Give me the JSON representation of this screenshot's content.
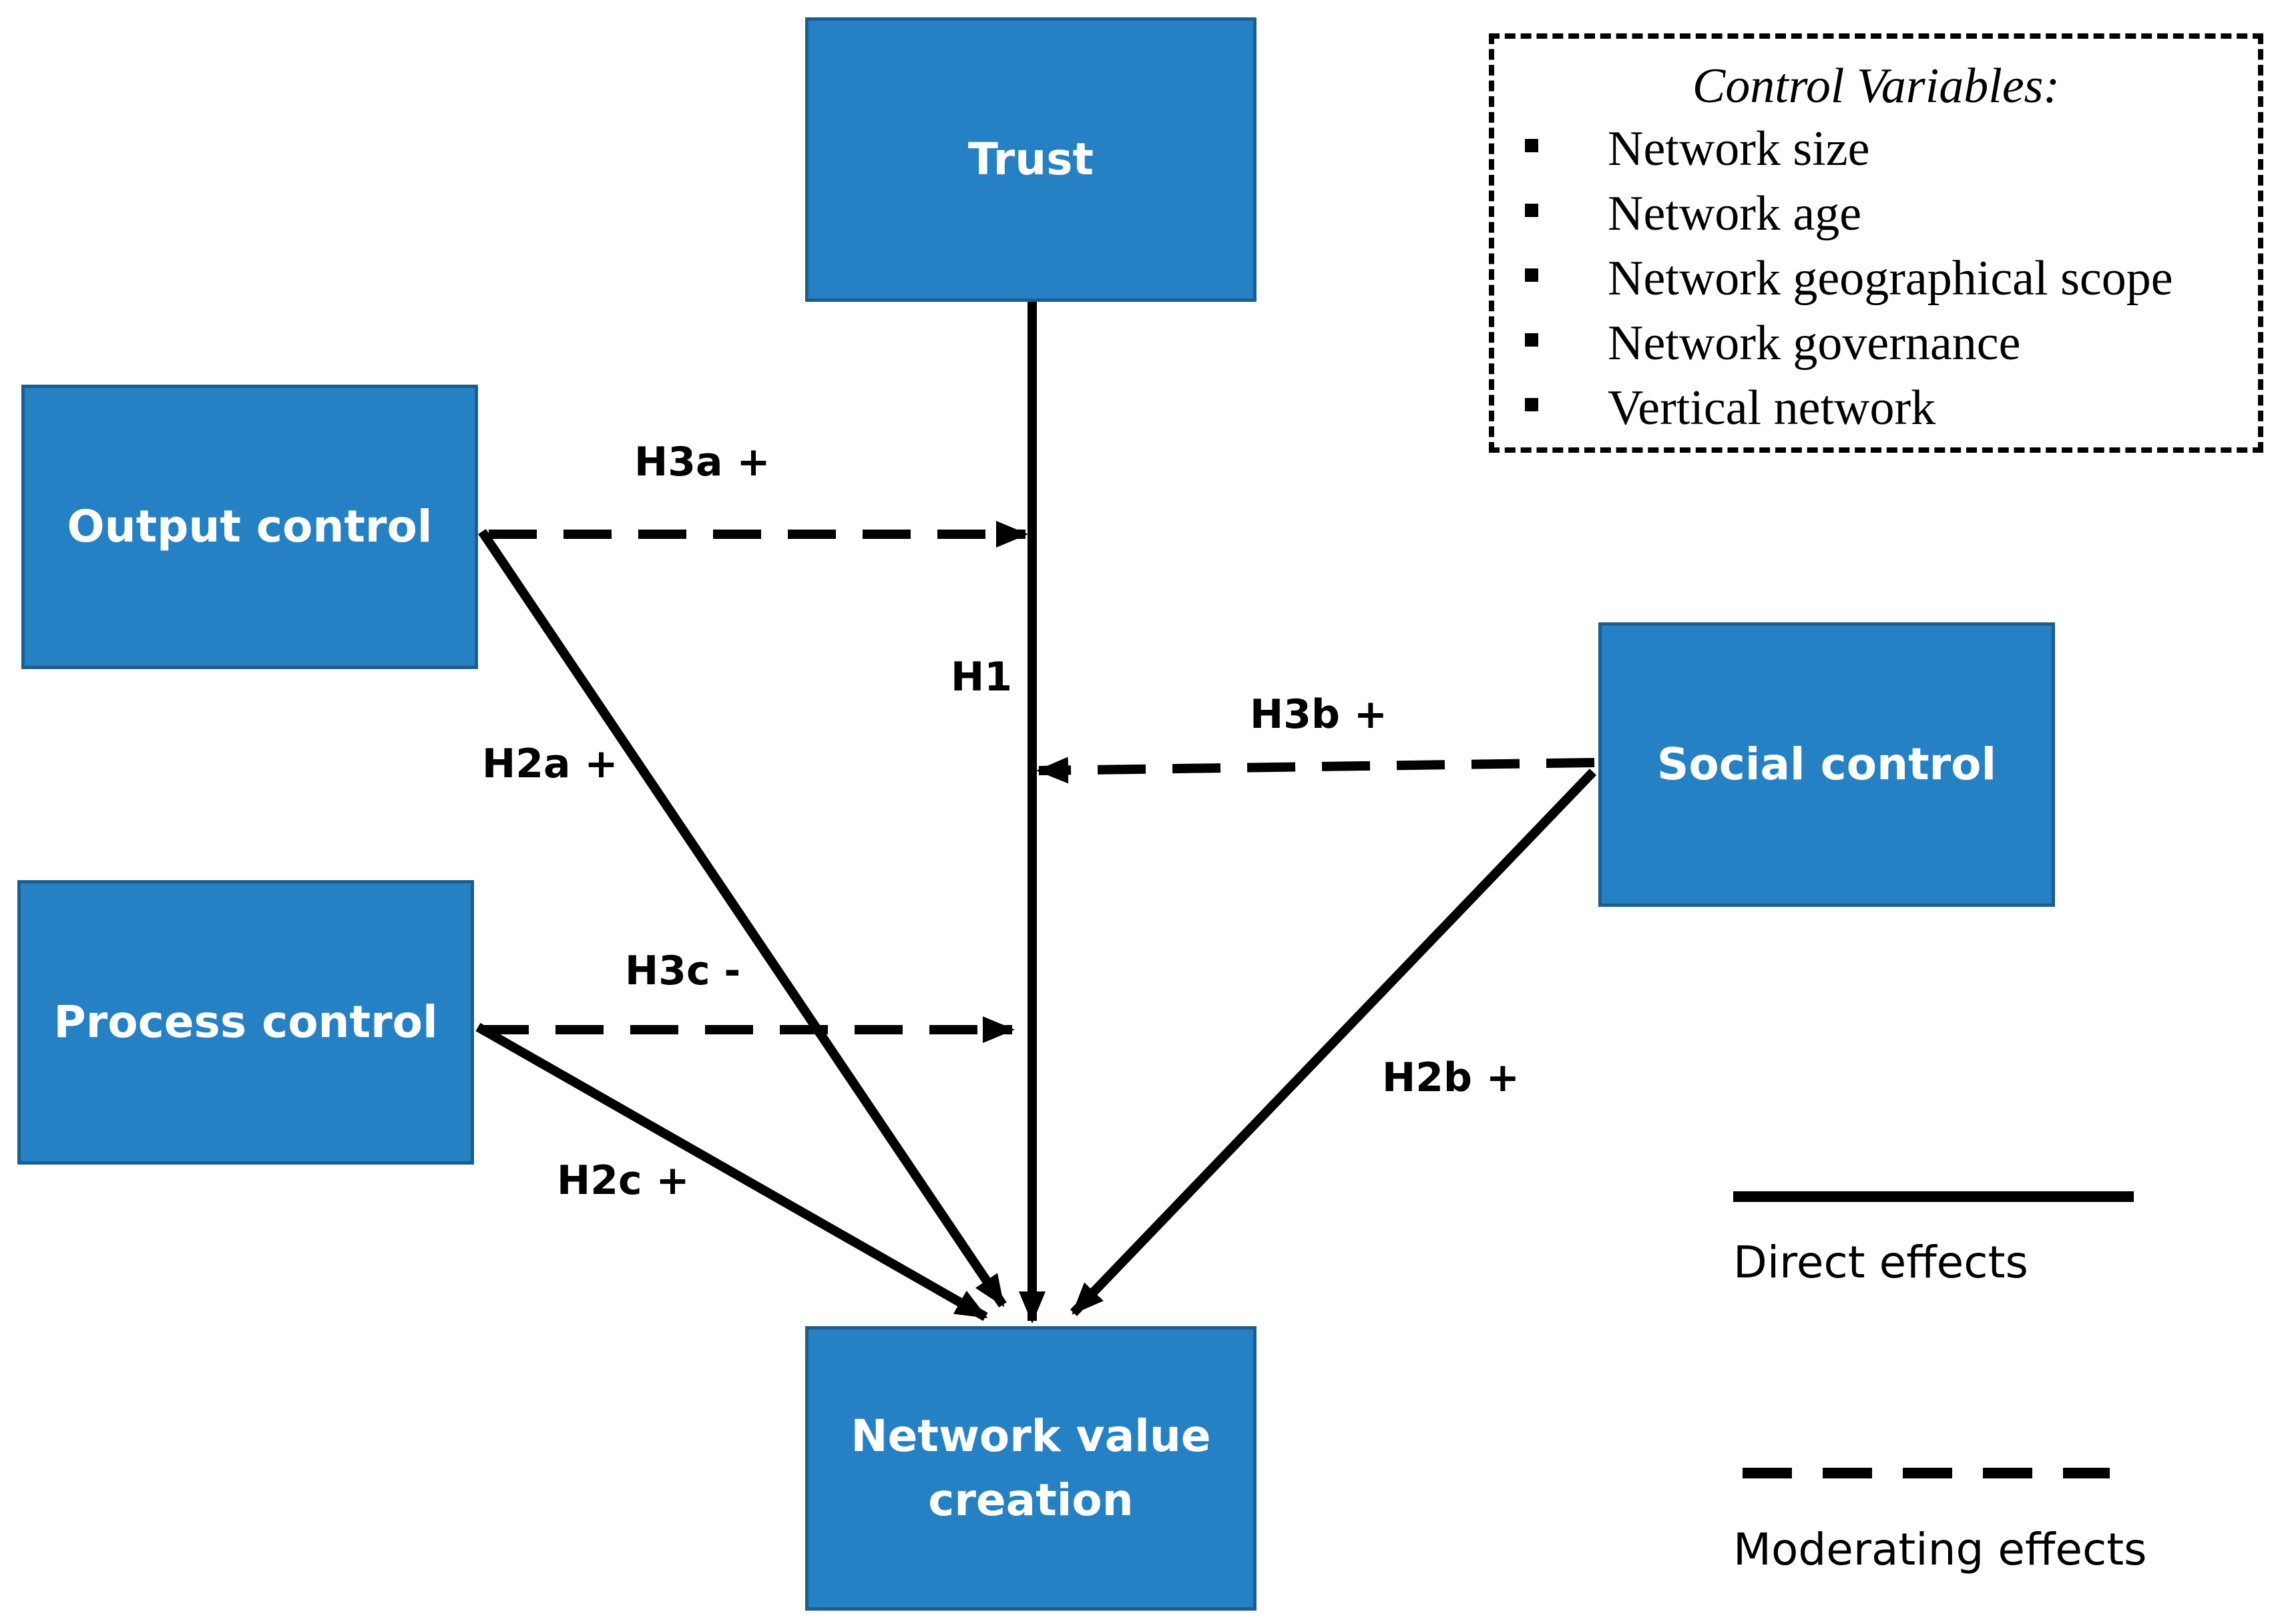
{
  "nodes": {
    "trust": "Trust",
    "output_control": "Output control",
    "process_control": "Process control",
    "social_control": "Social control",
    "network_value_creation": [
      "Network value",
      "creation"
    ]
  },
  "hypotheses": {
    "h1": "H1",
    "h2a": "H2a +",
    "h2b": "H2b +",
    "h2c": "H2c +",
    "h3a": "H3a +",
    "h3b": "H3b +",
    "h3c": "H3c -"
  },
  "control_variables": {
    "title": "Control Variables:",
    "items": [
      "Network size",
      "Network age",
      "Network geographical scope",
      "Network governance",
      "Vertical network"
    ]
  },
  "legend": {
    "direct": "Direct effects",
    "moderating": "Moderating effects"
  },
  "colors": {
    "box_fill": "#2581c4",
    "box_border": "#1b5e8e",
    "arrow": "#000000"
  }
}
